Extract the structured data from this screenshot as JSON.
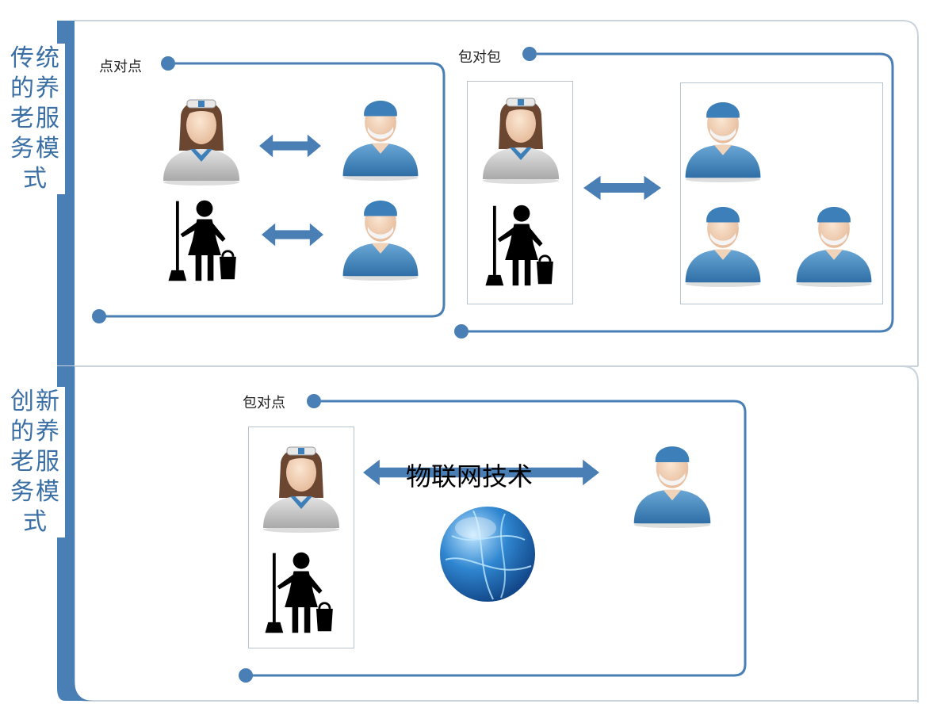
{
  "traditional": {
    "side_label": "传统的养老服务模式",
    "p2p_label": "点对点",
    "pkg2pkg_label": "包对包"
  },
  "innovative": {
    "side_label": "创新的养老服务模式",
    "pkg2p_label": "包对点",
    "tech_label": "物联网技术"
  },
  "icons": [
    "caregiver-icon",
    "cleaner-icon",
    "elder-icon",
    "double-arrow-icon",
    "globe-icon"
  ],
  "colors": {
    "primary_blue": "#4a7fb5",
    "head_blue": "#3d7fb8",
    "frame_gray": "#c9d3dd"
  }
}
